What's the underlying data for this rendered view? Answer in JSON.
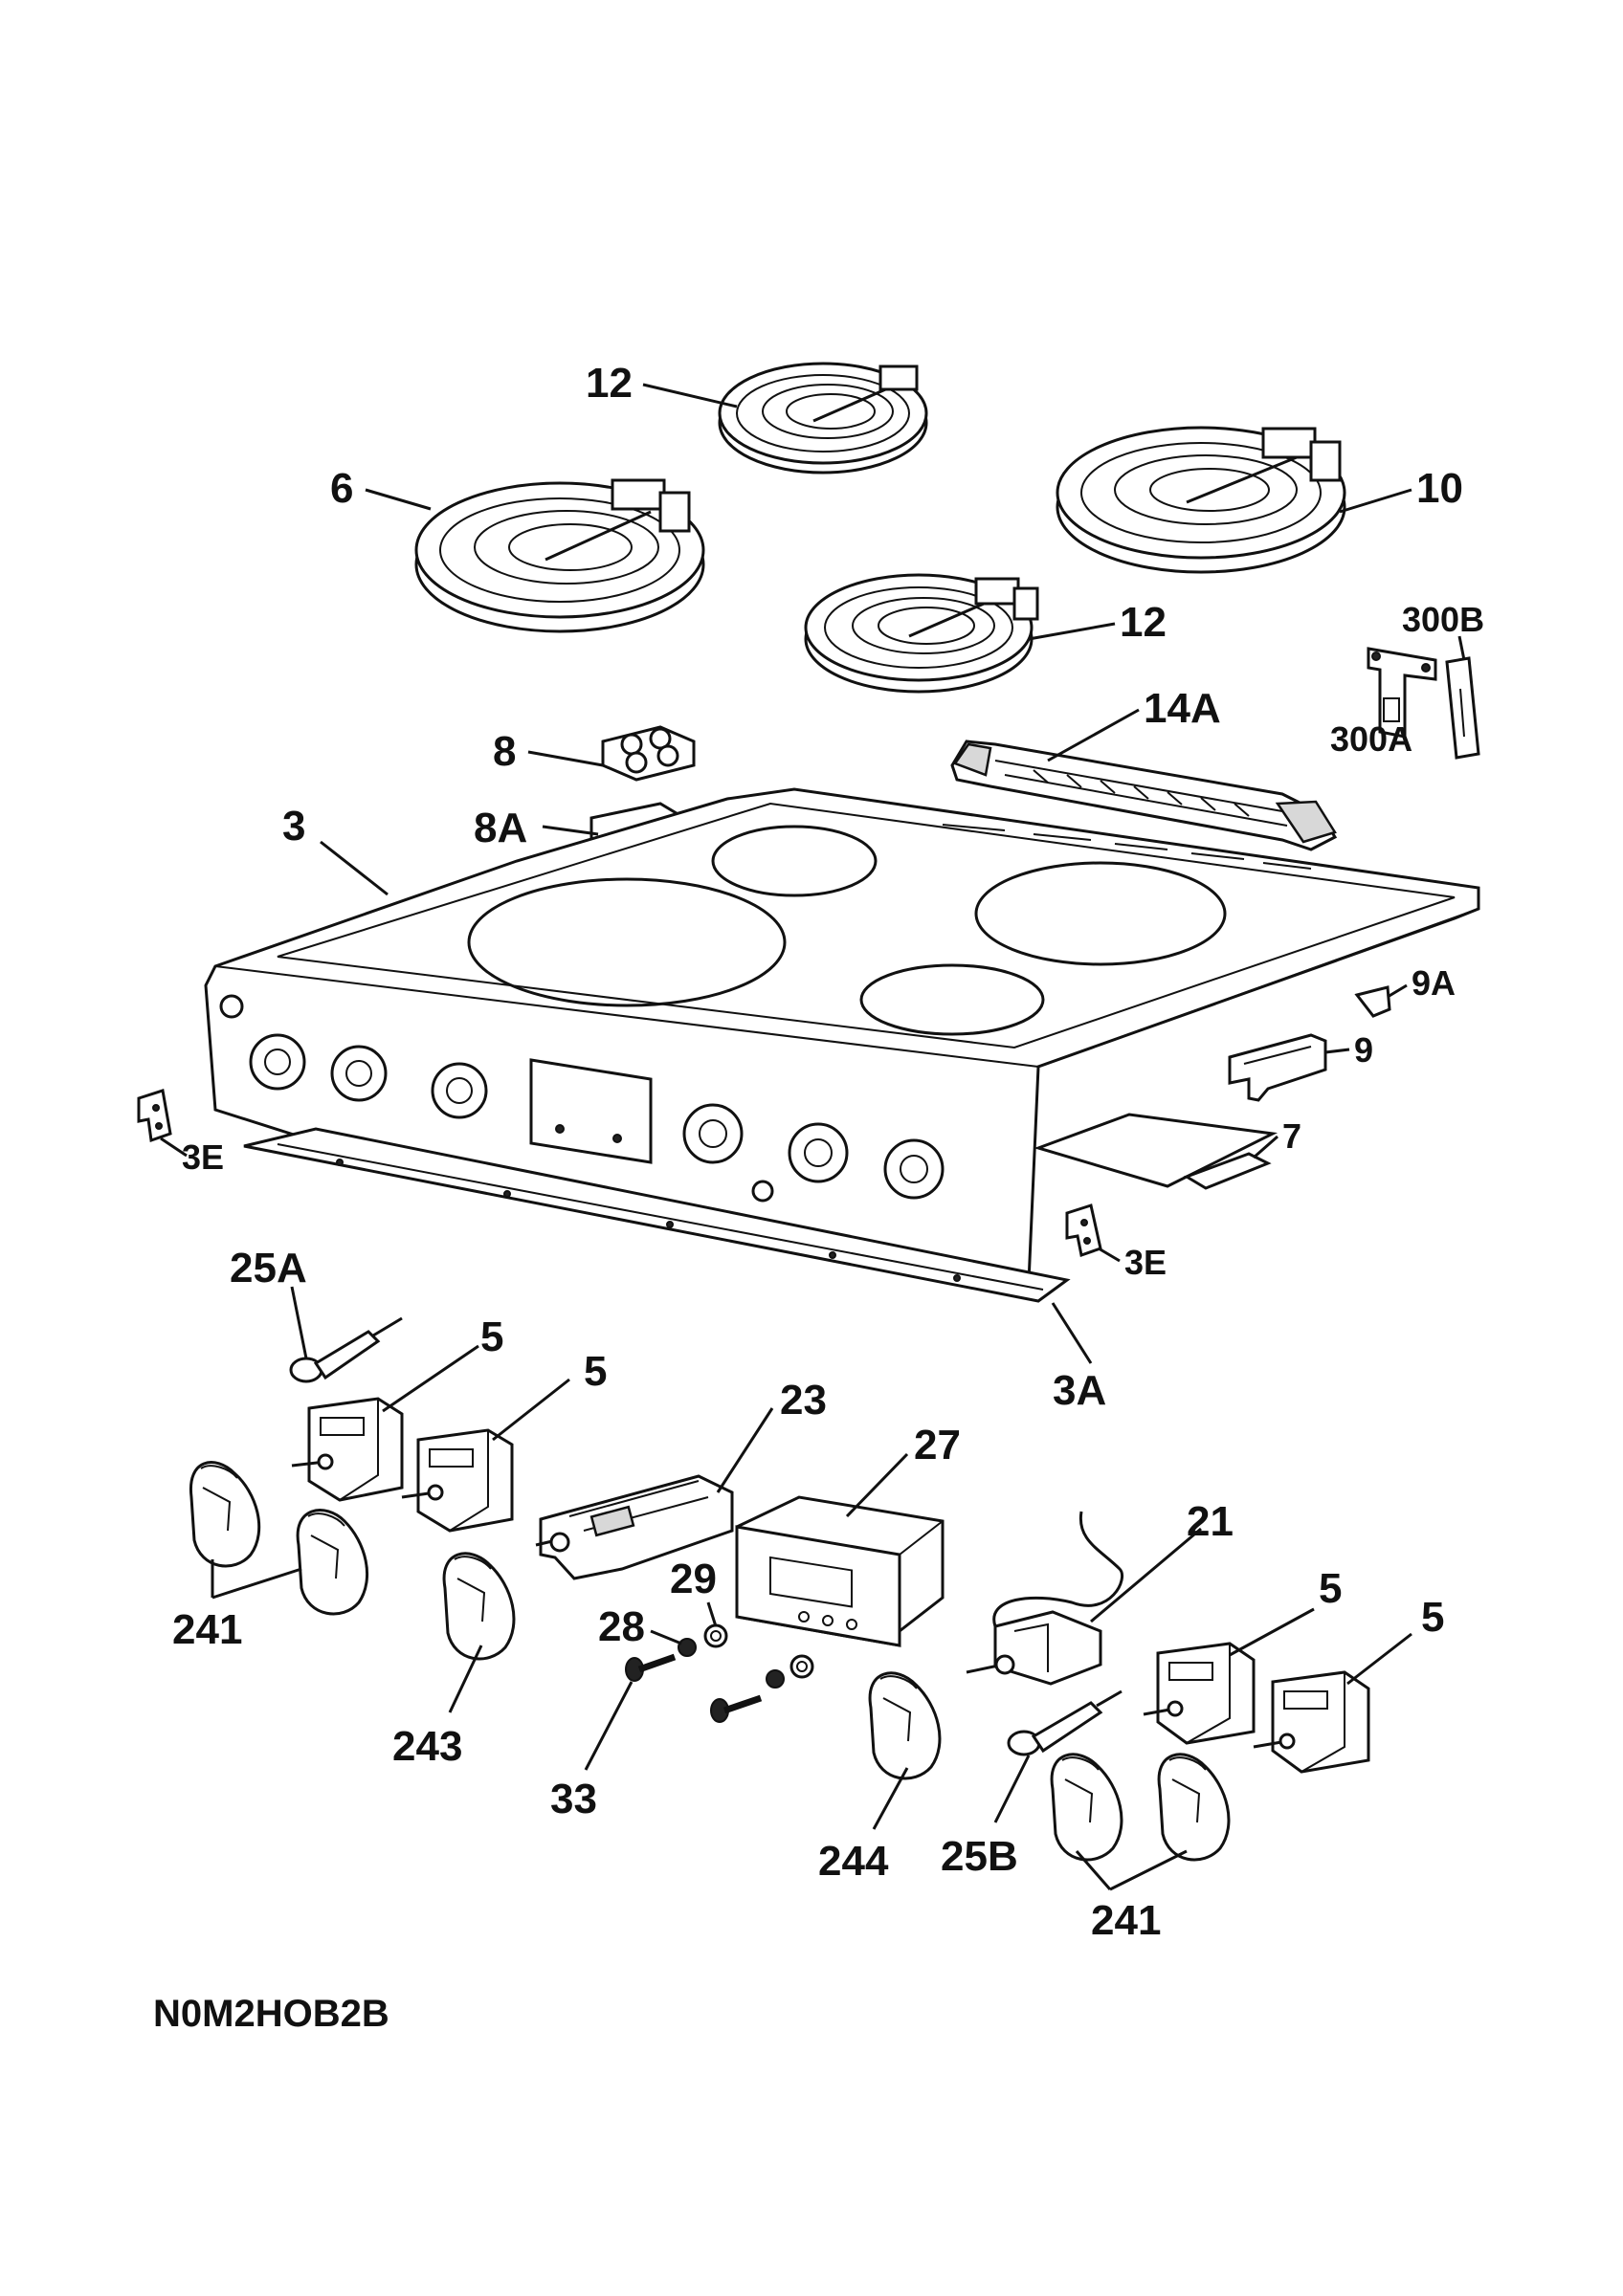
{
  "drawing_code": "N0M2HOB2B",
  "labels": {
    "l12a": "12",
    "l6": "6",
    "l10": "10",
    "l12b": "12",
    "l300b": "300B",
    "l300a": "300A",
    "l14a": "14A",
    "l8": "8",
    "l8a": "8A",
    "l3": "3",
    "l9a": "9A",
    "l9": "9",
    "l7": "7",
    "l3e_left": "3E",
    "l3e_right": "3E",
    "l3a": "3A",
    "l25a": "25A",
    "l5a": "5",
    "l5b": "5",
    "l23": "23",
    "l27": "27",
    "l21": "21",
    "l5c": "5",
    "l5d": "5",
    "l29": "29",
    "l28": "28",
    "l241a": "241",
    "l243": "243",
    "l33": "33",
    "l244": "244",
    "l25b": "25B",
    "l241b": "241"
  }
}
